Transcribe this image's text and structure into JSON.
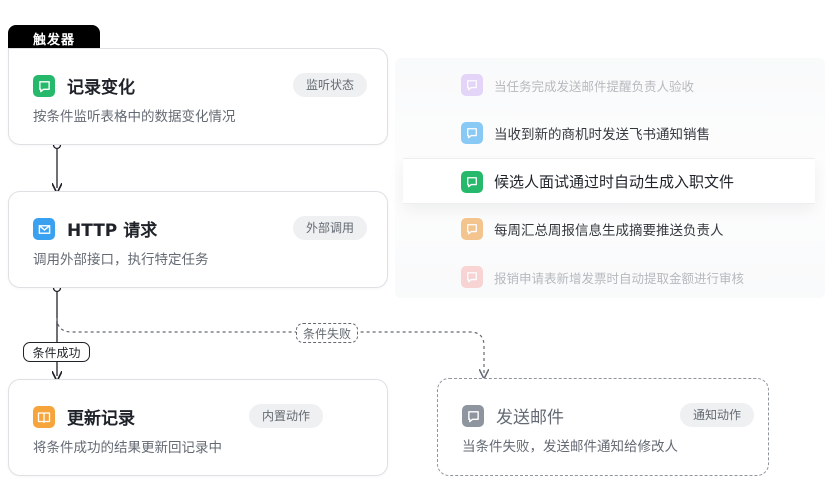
{
  "trigger_label": "触发器",
  "cards": {
    "record": {
      "title": "记录变化",
      "desc": "按条件监听表格中的数据变化情况",
      "tag": "监听状态",
      "icon": "message-icon",
      "color": "#26b96b"
    },
    "http": {
      "title": "HTTP 请求",
      "desc": "调用外部接口，执行特定任务",
      "tag": "外部调用",
      "icon": "mail-icon",
      "color": "#3aa0f0"
    },
    "update": {
      "title": "更新记录",
      "desc": "将条件成功的结果更新回记录中",
      "tag": "内置动作",
      "icon": "book-icon",
      "color": "#f6a53c"
    },
    "email": {
      "title": "发送邮件",
      "desc": "当条件失败，发送邮件通知给修改人",
      "tag": "通知动作",
      "icon": "message-icon",
      "color": "#8f959e"
    }
  },
  "branches": {
    "success": "条件成功",
    "fail": "条件失败"
  },
  "automation_list": [
    {
      "text": "当任务完成发送邮件提醒负责人验收",
      "icon": "message-icon",
      "color": "#c9a8f5"
    },
    {
      "text": "当收到新的商机时发送飞书通知销售",
      "icon": "message-icon",
      "color": "#7cc5f5"
    },
    {
      "text": "候选人面试通过时自动生成入职文件",
      "icon": "message-icon",
      "color": "#26b96b"
    },
    {
      "text": "每周汇总周报信息生成摘要推送负责人",
      "icon": "message-icon",
      "color": "#f4be83"
    },
    {
      "text": "报销申请表新增发票时自动提取金额进行审核",
      "icon": "message-icon",
      "color": "#f6a6a6"
    }
  ]
}
